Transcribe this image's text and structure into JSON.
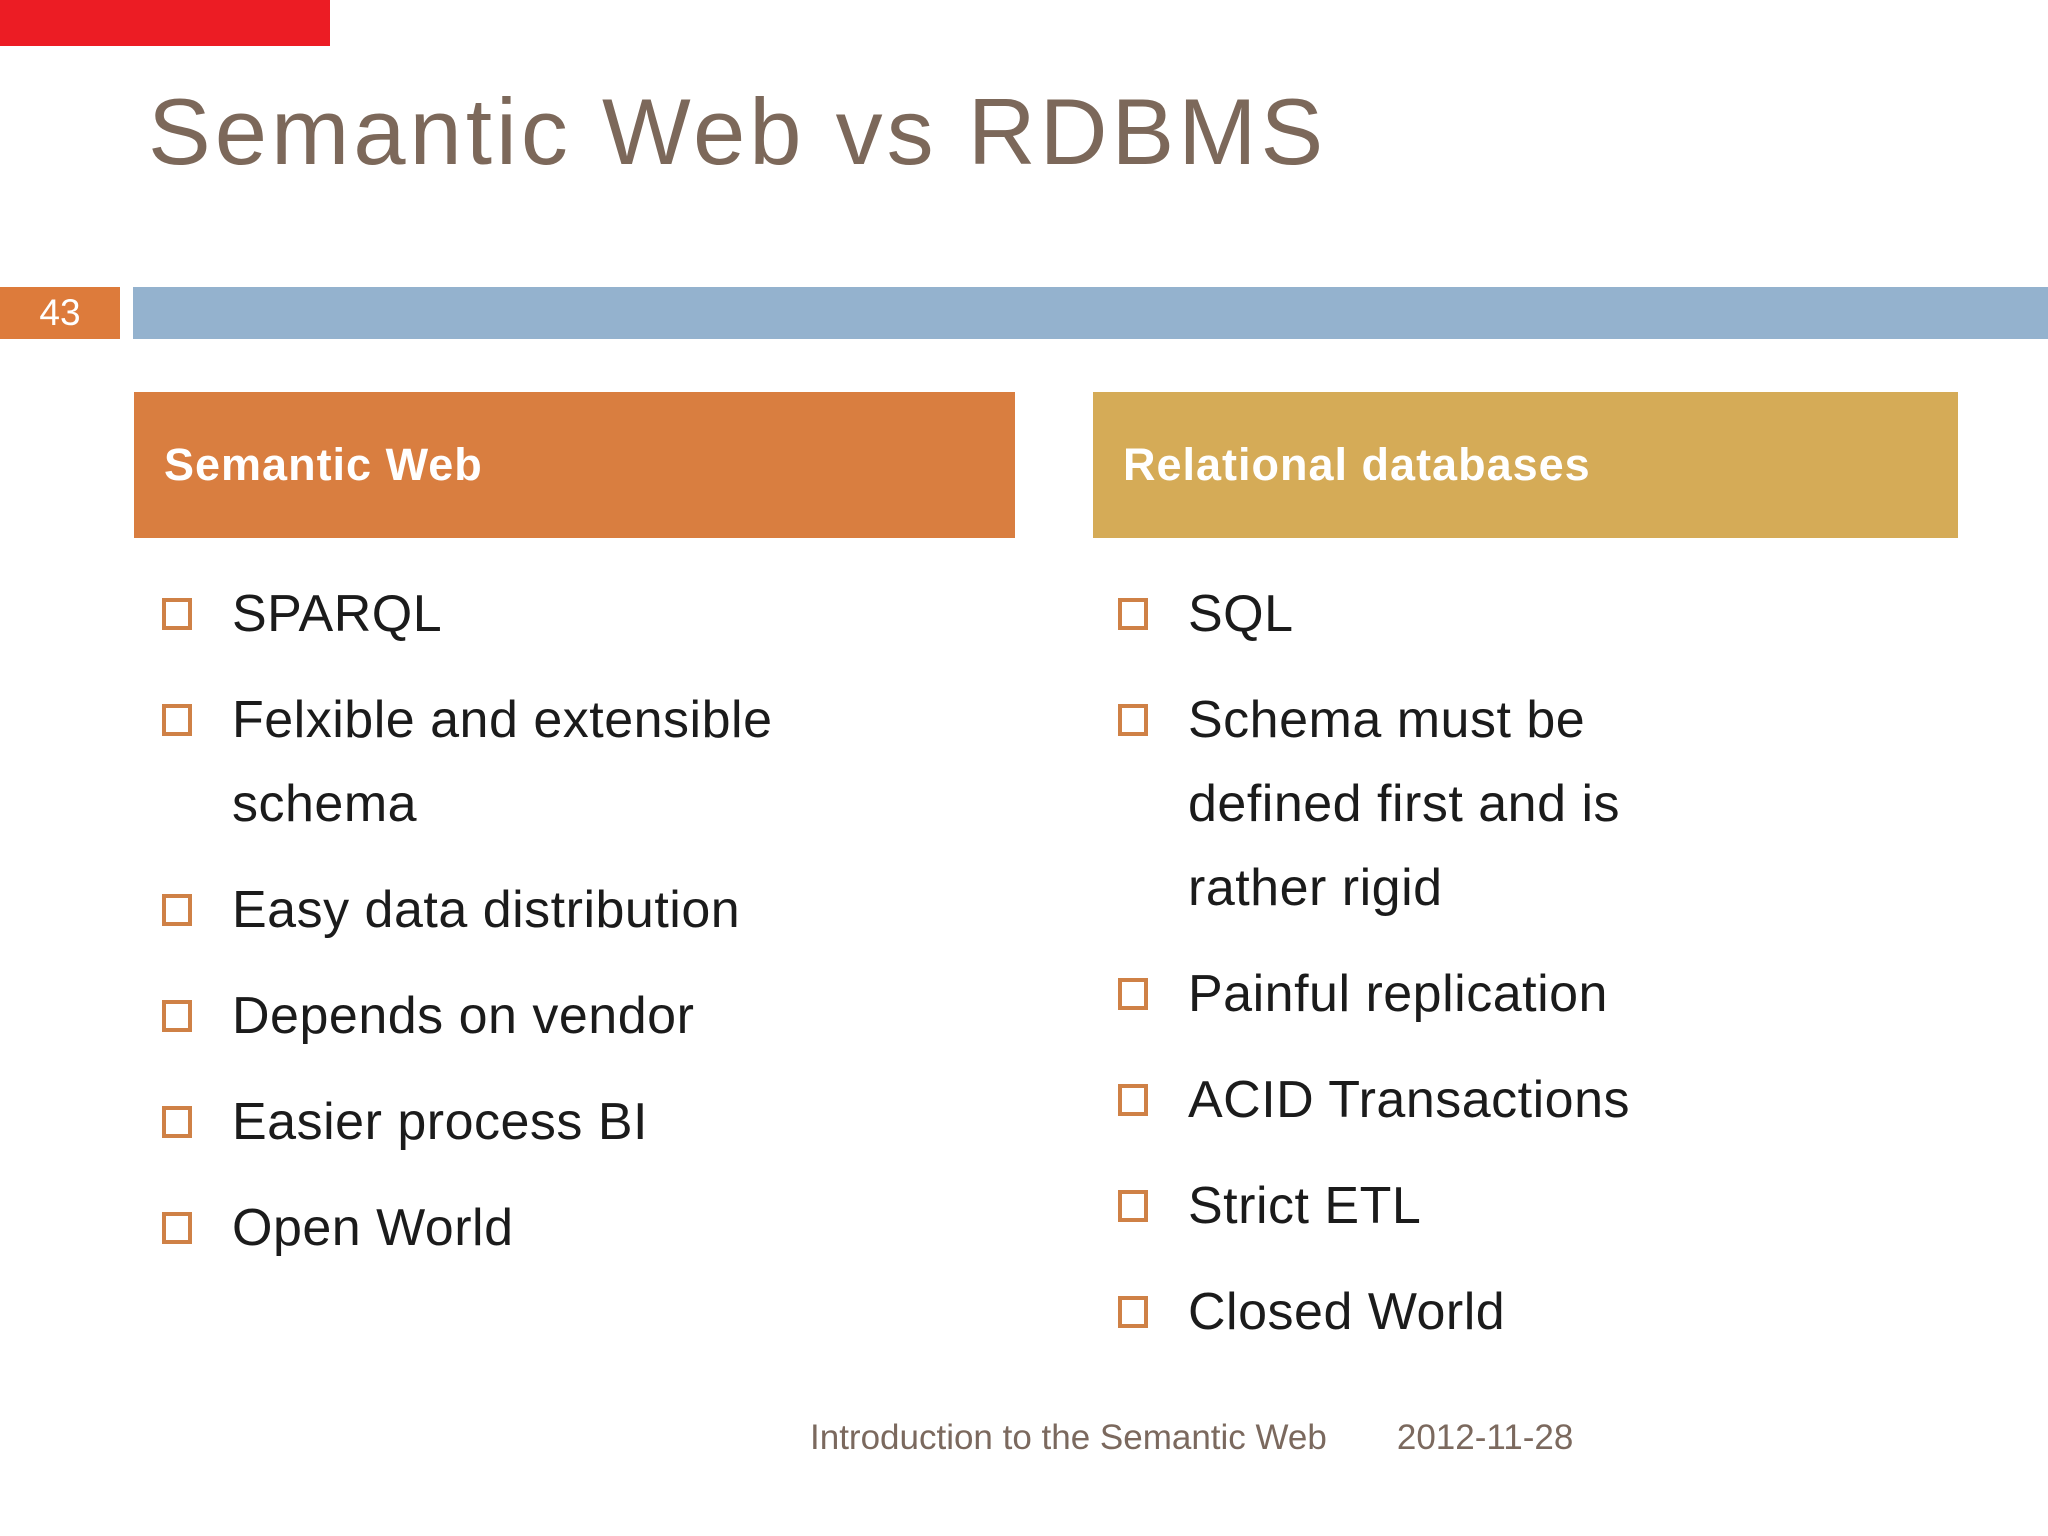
{
  "slide": {
    "title": "Semantic Web vs RDBMS",
    "number": "43",
    "footer": {
      "title": "Introduction to the Semantic Web",
      "date": "2012-11-28"
    }
  },
  "columns": [
    {
      "header": "Semantic Web",
      "header_color": "#d97e40",
      "items": [
        "SPARQL",
        "Felxible and extensible schema",
        "Easy data distribution",
        "Depends on vendor",
        "Easier process BI",
        "Open World"
      ]
    },
    {
      "header": "Relational databases",
      "header_color": "#d5ab57",
      "items": [
        "SQL",
        "Schema must be defined first and is rather rigid",
        "Painful replication",
        "ACID Transactions",
        "Strict ETL",
        "Closed World"
      ]
    }
  ],
  "colors": {
    "corner_bar_red": "#ec1c24",
    "slide_number_badge_orange": "#dd7b3b",
    "accent_bar_blue": "#94b2ce",
    "left_header_orange": "#d97e40",
    "right_header_gold": "#d5ab57",
    "bullet_square_border": "#cf8146",
    "title_text": "#7c685a",
    "body_text": "#1b1b1b",
    "footer_text": "#7b695e"
  }
}
